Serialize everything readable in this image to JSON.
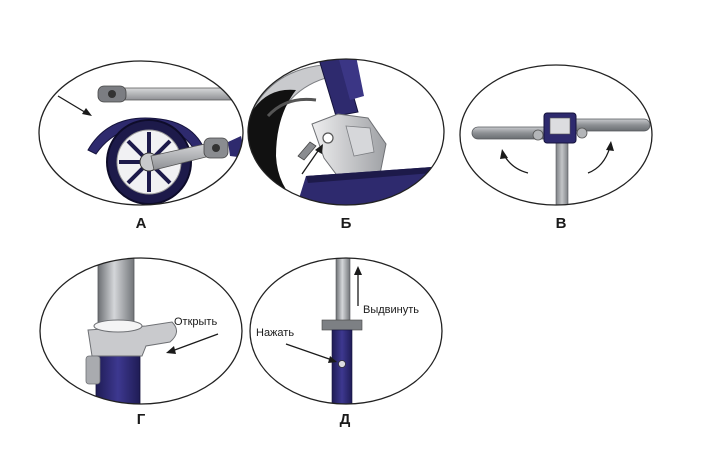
{
  "panels": [
    {
      "letter": "А"
    },
    {
      "letter": "Б"
    },
    {
      "letter": "В"
    },
    {
      "letter": "Г",
      "callout": "Открыть"
    },
    {
      "letter": "Д",
      "callout_push": "Нажать",
      "callout_extend": "Выдвинуть"
    }
  ],
  "colors": {
    "frame_navy": "#2e2a6e",
    "metal_gray": "#a7a9ad",
    "metal_dark": "#6e7074",
    "outline": "#1a1a1a",
    "ellipse_stroke": "#222222"
  },
  "icons": [
    "arrow-icon",
    "curved-arrow-icon",
    "wheel-icon",
    "handlebar-icon",
    "clamp-icon"
  ]
}
